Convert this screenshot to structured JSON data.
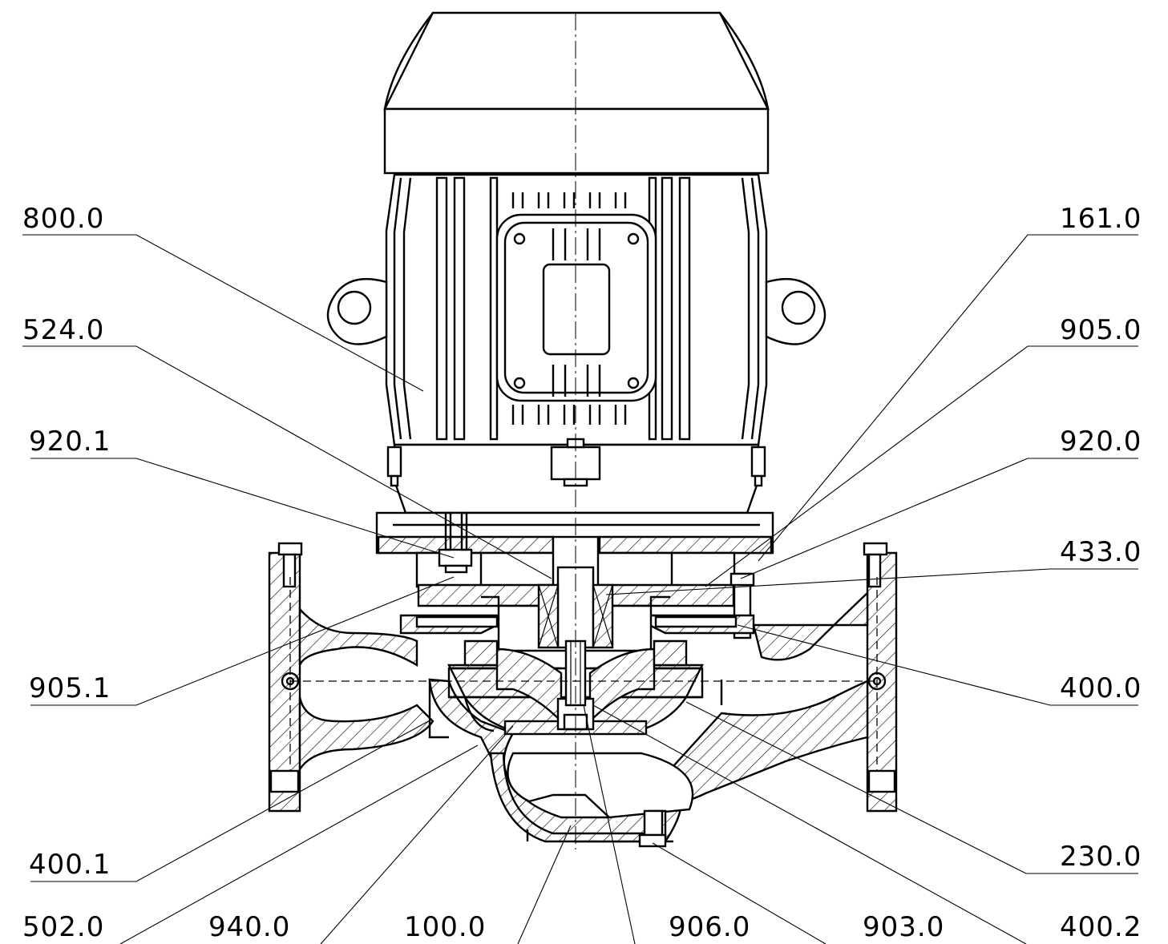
{
  "labels": {
    "l800": "800.0",
    "l524": "524.0",
    "l9201": "920.1",
    "l9051": "905.1",
    "l4001": "400.1",
    "l502": "502.0",
    "l940": "940.0",
    "l100": "100.0",
    "l906": "906.0",
    "l903": "903.0",
    "l4002": "400.2",
    "l230": "230.0",
    "l400": "400.0",
    "l433": "433.0",
    "l920": "920.0",
    "l905": "905.0",
    "l161": "161.0"
  }
}
